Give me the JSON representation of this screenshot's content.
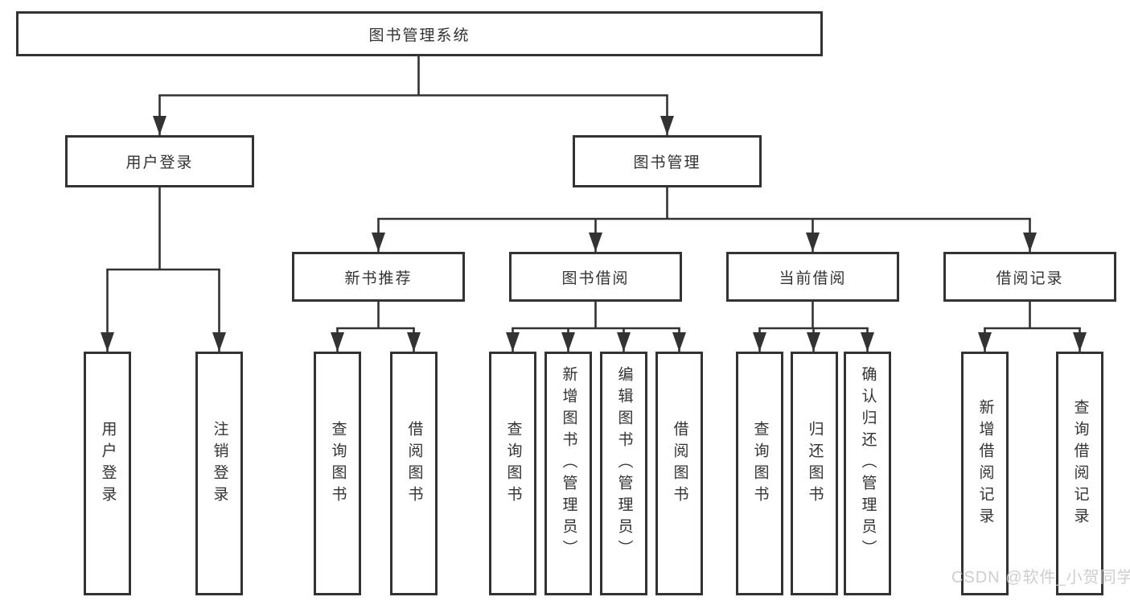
{
  "colors": {
    "line": "#333333",
    "text": "#333333",
    "background": "#ffffff",
    "watermark": "#cbcbcb"
  },
  "watermark": "CSDN @软件_小贺同学",
  "diagram": {
    "title": "图书管理系统",
    "nodes": {
      "root": "图书管理系统",
      "user_login": "用户登录",
      "book_management": "图书管理",
      "new_book_recommend": "新书推荐",
      "book_borrow": "图书借阅",
      "current_borrow": "当前借阅",
      "borrow_records": "借阅记录",
      "ul_user_login": "用户登录",
      "ul_logout": "注销登录",
      "nr_query_books": "查询图书",
      "nr_borrow_books": "借阅图书",
      "bb_query_books": "查询图书",
      "bb_add_books": "新增图书（管理员）",
      "bb_edit_books": "编辑图书（管理员）",
      "bb_borrow_books": "借阅图书",
      "cb_query_books": "查询图书",
      "cb_return_books": "归还图书",
      "cb_confirm_return": "确认归还（管理员）",
      "br_add_record": "新增借阅记录",
      "br_query_record": "查询借阅记录"
    },
    "hierarchy": {
      "root": [
        "user_login",
        "book_management"
      ],
      "user_login": [
        "ul_user_login",
        "ul_logout"
      ],
      "book_management": [
        "new_book_recommend",
        "book_borrow",
        "current_borrow",
        "borrow_records"
      ],
      "new_book_recommend": [
        "nr_query_books",
        "nr_borrow_books"
      ],
      "book_borrow": [
        "bb_query_books",
        "bb_add_books",
        "bb_edit_books",
        "bb_borrow_books"
      ],
      "current_borrow": [
        "cb_query_books",
        "cb_return_books",
        "cb_confirm_return"
      ],
      "borrow_records": [
        "br_add_record",
        "br_query_record"
      ]
    }
  }
}
